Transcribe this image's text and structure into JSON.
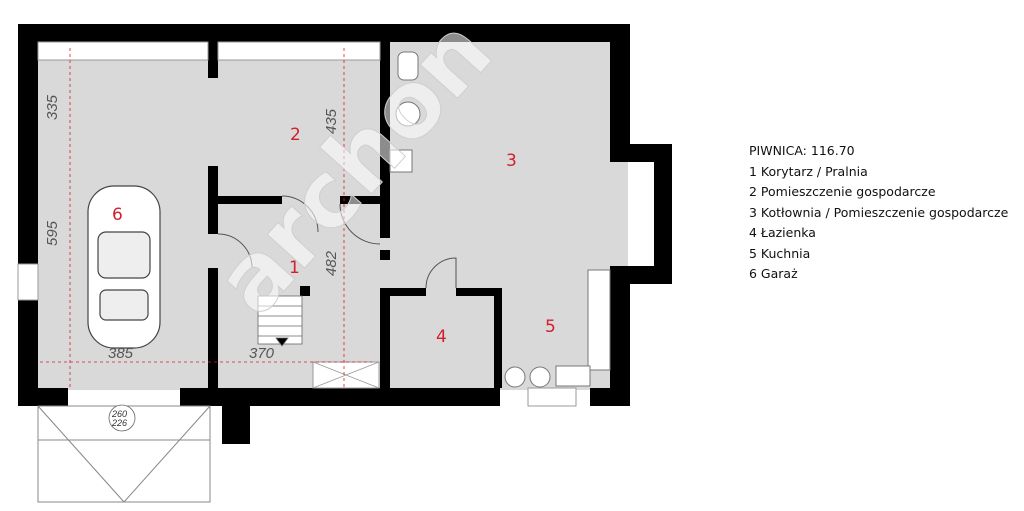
{
  "legend": {
    "title": "PIWNICA: 116.70",
    "items": [
      "1 Korytarz / Pralnia",
      "2 Pomieszczenie gospodarcze",
      "3 Kotłownia / Pomieszczenie gospodarcze",
      "4 Łazienka",
      "5 Kuchnia",
      "6 Garaż"
    ]
  },
  "rooms": {
    "r1": "1",
    "r2": "2",
    "r3": "3",
    "r4": "4",
    "r5": "5",
    "r6": "6"
  },
  "dimensions": {
    "d335": "335",
    "d595": "595",
    "d435": "435",
    "d482": "482",
    "d385": "385",
    "d370": "370",
    "d260": "260",
    "d226": "226"
  },
  "watermark": "archon",
  "colors": {
    "floor": "#d9d9d9",
    "wall": "#000000",
    "room_number": "#d1202a"
  }
}
